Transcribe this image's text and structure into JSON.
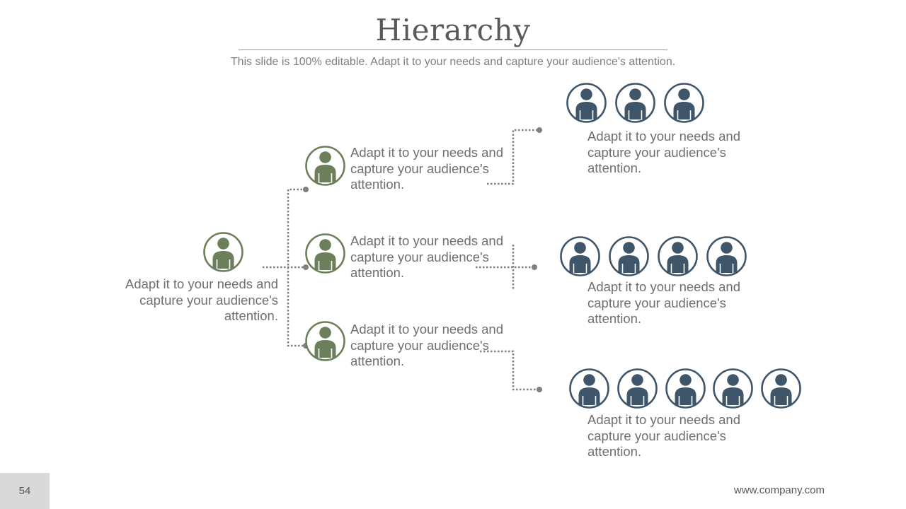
{
  "title": "Hierarchy",
  "subtitle": "This slide is 100% editable. Adapt it to your needs and capture your audience's attention.",
  "colors": {
    "green": "#6b7f5a",
    "navy": "#3f5569",
    "connector": "#808080"
  },
  "root": {
    "icon": "person-icon",
    "text": "Adapt it to your needs and capture your audience's attention."
  },
  "middle": [
    {
      "icon": "person-icon",
      "text": "Adapt it to your needs and capture your audience's attention."
    },
    {
      "icon": "person-icon",
      "text": "Adapt it to your needs and capture your audience's attention."
    },
    {
      "icon": "person-icon",
      "text": "Adapt it to your needs and capture your audience's attention."
    }
  ],
  "leaves": [
    {
      "icon_count": 3,
      "text": "Adapt it to your needs and capture your audience's attention."
    },
    {
      "icon_count": 4,
      "text": "Adapt it to your needs and capture your audience's attention."
    },
    {
      "icon_count": 5,
      "text": "Adapt it to your needs and capture your audience's attention."
    }
  ],
  "footer": {
    "page_number": "54",
    "url": "www.company.com"
  }
}
